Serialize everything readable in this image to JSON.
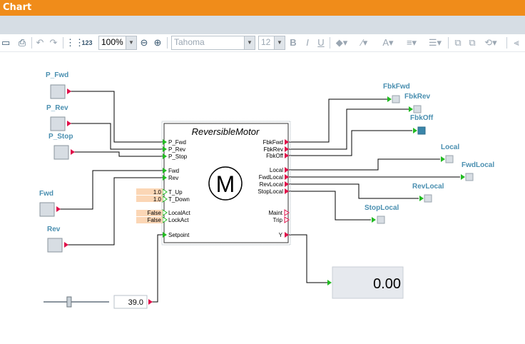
{
  "window": {
    "title": "Chart"
  },
  "toolbar": {
    "zoom": "100%",
    "font": "Tahoma",
    "font_size": "12",
    "bold": "B",
    "italic": "I",
    "underline": "U",
    "number_format": "123"
  },
  "inputs": {
    "p_fwd": "P_Fwd",
    "p_rev": "P_Rev",
    "p_stop": "P_Stop",
    "fwd": "Fwd",
    "rev": "Rev"
  },
  "block": {
    "title": "ReversibleMotor",
    "symbol": "M",
    "left_pins": [
      "P_Fwd",
      "P_Rev",
      "P_Stop",
      "Fwd",
      "Rev",
      "T_Up",
      "T_Down",
      "LocalAct",
      "LockAct",
      "Setpoint"
    ],
    "right_pins": [
      "FbkFwd",
      "FbkRev",
      "FbkOff",
      "Local",
      "FwdLocal",
      "RevLocal",
      "StopLocal",
      "Maint",
      "Trip",
      "Y"
    ],
    "params": {
      "t_up": "1.0",
      "t_down": "1.0",
      "local_act": "False",
      "lock_act": "False"
    }
  },
  "outputs": {
    "fbk_fwd": "FbkFwd",
    "fbk_rev": "FbkRev",
    "fbk_off": "FbkOff",
    "local": "Local",
    "fwd_local": "FwdLocal",
    "rev_local": "RevLocal",
    "stop_local": "StopLocal"
  },
  "slider": {
    "value": "39.0",
    "level": 0.39
  },
  "display": {
    "value": "0.00"
  },
  "colors": {
    "title_bar": "#f08c1a",
    "label": "#4a8fb0",
    "wire_red": "#e0104a",
    "wire_green": "#22bb22",
    "active": "#3a86aa"
  }
}
